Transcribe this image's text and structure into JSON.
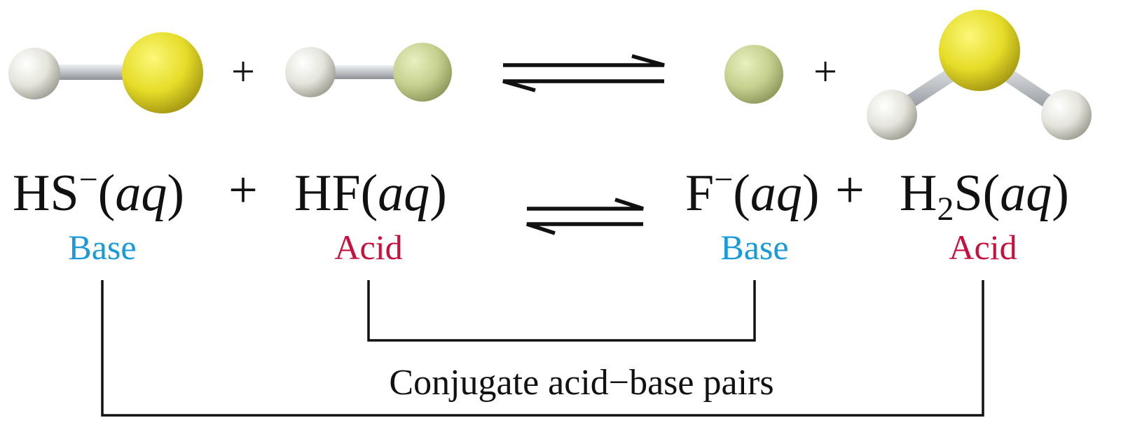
{
  "molecules": {
    "hs_ion": "HS-",
    "hf": "HF",
    "f_ion": "F-",
    "h2s": "H2S"
  },
  "equation": {
    "hs_minus": {
      "element": "HS",
      "charge": "−",
      "open_paren": "(",
      "phase": "aq",
      "close_paren": ")"
    },
    "hf": {
      "element": "HF",
      "open_paren": "(",
      "phase": "aq",
      "close_paren": ")"
    },
    "f_minus": {
      "element": "F",
      "charge": "−",
      "open_paren": "(",
      "phase": "aq",
      "close_paren": ")"
    },
    "h2s": {
      "element_h": "H",
      "subscript": "2",
      "element_s": "S",
      "open_paren": "(",
      "phase": "aq",
      "close_paren": ")"
    },
    "plus": "+"
  },
  "roles": {
    "hs_minus": "Base",
    "hf": "Acid",
    "f_minus": "Base",
    "h2s": "Acid"
  },
  "caption": "Conjugate acid−base pairs",
  "colors": {
    "base": "#1a9ad8",
    "acid": "#c8103e",
    "hydrogen": "#e8e8e2",
    "sulfur": "#e8e030",
    "fluorine": "#c4d08c",
    "bond": "#c4c8cc",
    "ink": "#111111"
  }
}
